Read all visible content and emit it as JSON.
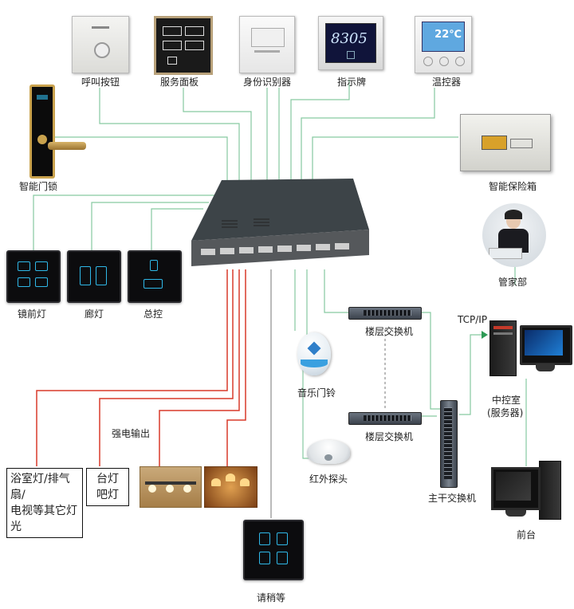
{
  "labels": {
    "call_button": "呼叫按钮",
    "service_panel": "服务面板",
    "id_reader": "身份识别器",
    "indicator": "指示牌",
    "thermostat": "温控器",
    "smart_lock": "智能门锁",
    "safe": "智能保险箱",
    "mirror_light": "镜前灯",
    "corridor_light": "廊灯",
    "master_control": "总控",
    "butler": "管家部",
    "tcp_ip": "TCP/IP",
    "floor_switch_1": "楼层交换机",
    "floor_switch_2": "楼层交换机",
    "music_bell": "音乐门铃",
    "strong_power": "强电输出",
    "control_room_line1": "中控室",
    "control_room_line2": "(服务器)",
    "main_switch": "主干交换机",
    "infrared": "红外探头",
    "front_desk": "前台",
    "please_wait": "请稍等"
  },
  "light_boxes": {
    "bath_line1": "浴室灯/排气扇/",
    "bath_line2": "电视等其它灯光",
    "lamp_line1": "台灯",
    "lamp_line2": "吧灯"
  },
  "device_text": {
    "indicator_number": "8305",
    "thermostat_temp": "22℃"
  },
  "colors": {
    "wire_green": "#86c9a1",
    "wire_red": "#d93a2a",
    "wire_gray": "#8c8c8c",
    "accent_blue": "#2fb8e8"
  }
}
